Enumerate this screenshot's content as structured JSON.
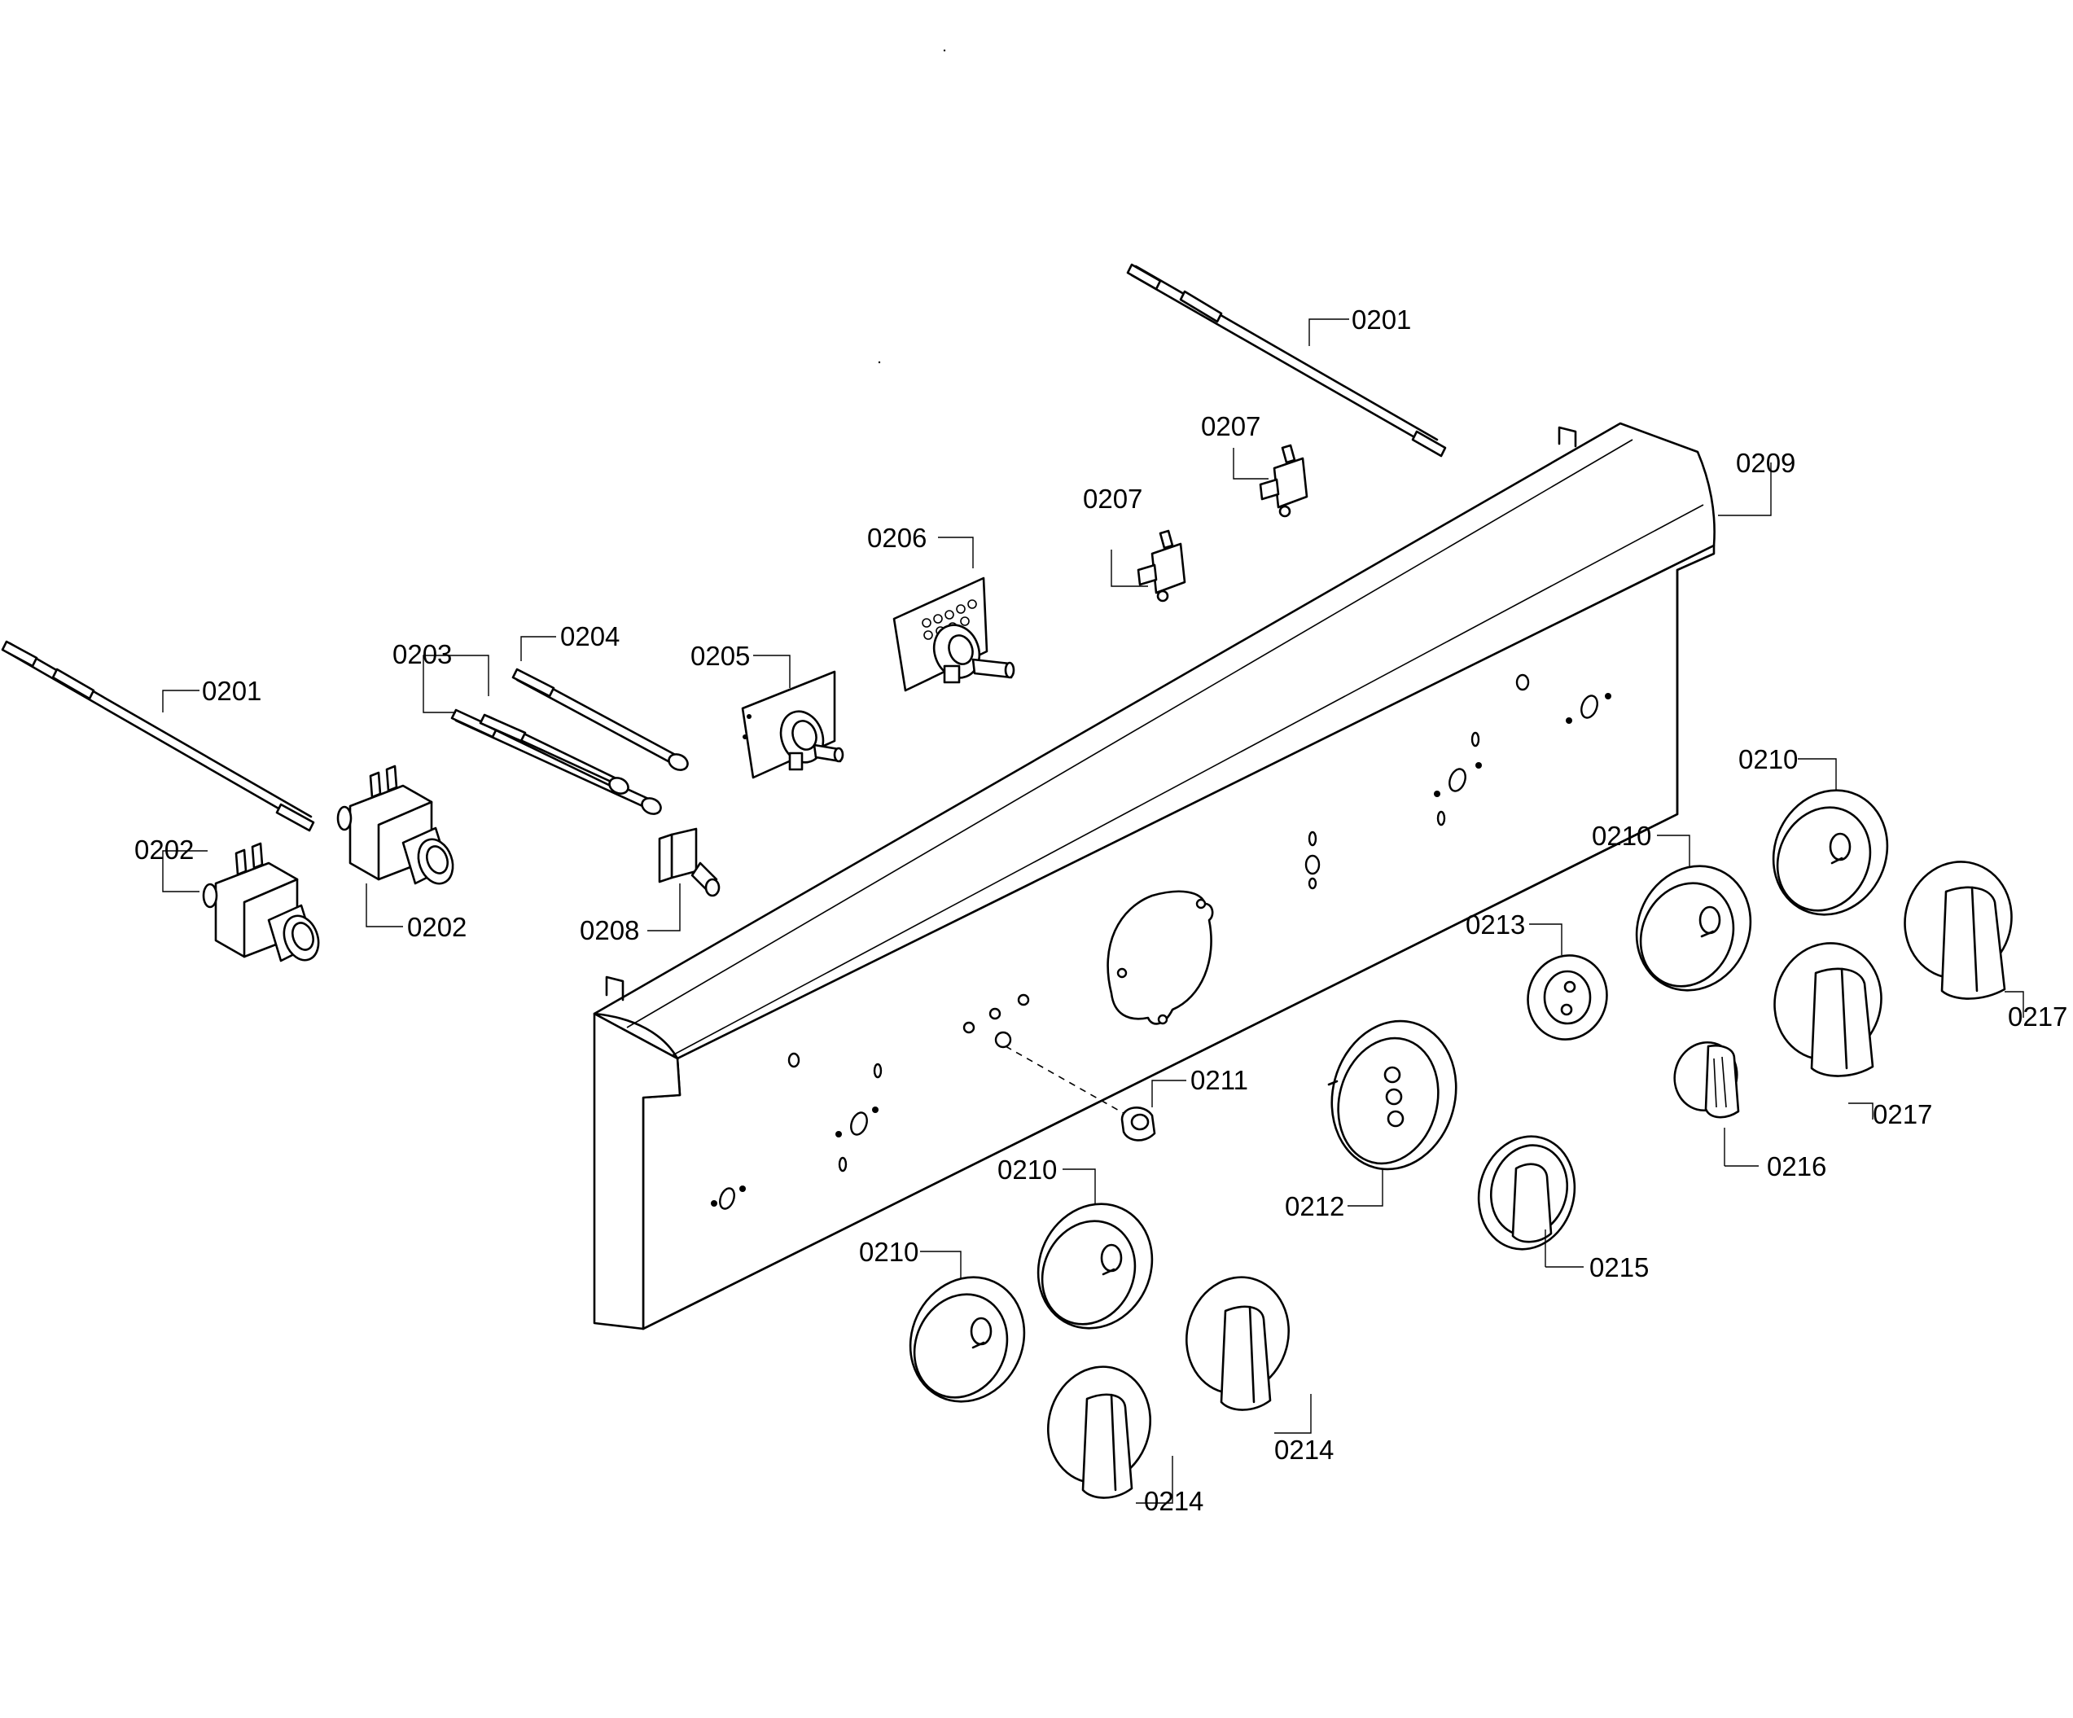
{
  "callouts": [
    {
      "id": "c-0201-top",
      "text": "0201"
    },
    {
      "id": "c-0201-left",
      "text": "0201"
    },
    {
      "id": "c-0202-a",
      "text": "0202"
    },
    {
      "id": "c-0202-b",
      "text": "0202"
    },
    {
      "id": "c-0203",
      "text": "0203"
    },
    {
      "id": "c-0204",
      "text": "0204"
    },
    {
      "id": "c-0205",
      "text": "0205"
    },
    {
      "id": "c-0206",
      "text": "0206"
    },
    {
      "id": "c-0207-a",
      "text": "0207"
    },
    {
      "id": "c-0207-b",
      "text": "0207"
    },
    {
      "id": "c-0208",
      "text": "0208"
    },
    {
      "id": "c-0209",
      "text": "0209"
    },
    {
      "id": "c-0210-a",
      "text": "0210"
    },
    {
      "id": "c-0210-b",
      "text": "0210"
    },
    {
      "id": "c-0210-c",
      "text": "0210"
    },
    {
      "id": "c-0210-d",
      "text": "0210"
    },
    {
      "id": "c-0211",
      "text": "0211"
    },
    {
      "id": "c-0212",
      "text": "0212"
    },
    {
      "id": "c-0213",
      "text": "0213"
    },
    {
      "id": "c-0214-a",
      "text": "0214"
    },
    {
      "id": "c-0214-b",
      "text": "0214"
    },
    {
      "id": "c-0215",
      "text": "0215"
    },
    {
      "id": "c-0216",
      "text": "0216"
    },
    {
      "id": "c-0217-a",
      "text": "0217"
    },
    {
      "id": "c-0217-b",
      "text": "0217"
    }
  ]
}
